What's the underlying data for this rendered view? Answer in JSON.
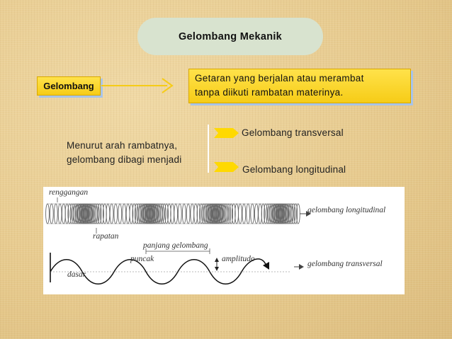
{
  "title": "Gelombang  Mekanik",
  "term": "Gelombang",
  "definition": "Getaran  yang  berjalan  atau merambat\ntanpa  diikuti  rambatan materinya.",
  "classification": {
    "intro": "Menurut arah rambatnya,\ngelombang dibagi menjadi",
    "types": [
      "Gelombang  transversal",
      "Gelombang longitudinal"
    ]
  },
  "diagram": {
    "labels": {
      "renggangan": "renggangan",
      "rapatan": "rapatan",
      "longitudinal": "gelombang longitudinal",
      "panjang": "panjang gelombang",
      "puncak": "puncak",
      "amplitudo": "amplitudo",
      "dasar": "dasar",
      "transversal": "gelombang transversal"
    }
  },
  "colors": {
    "accent_yellow": "#f6cc17",
    "pill": "#d8e3cf",
    "shadow_blue": "#a8c4e8"
  }
}
